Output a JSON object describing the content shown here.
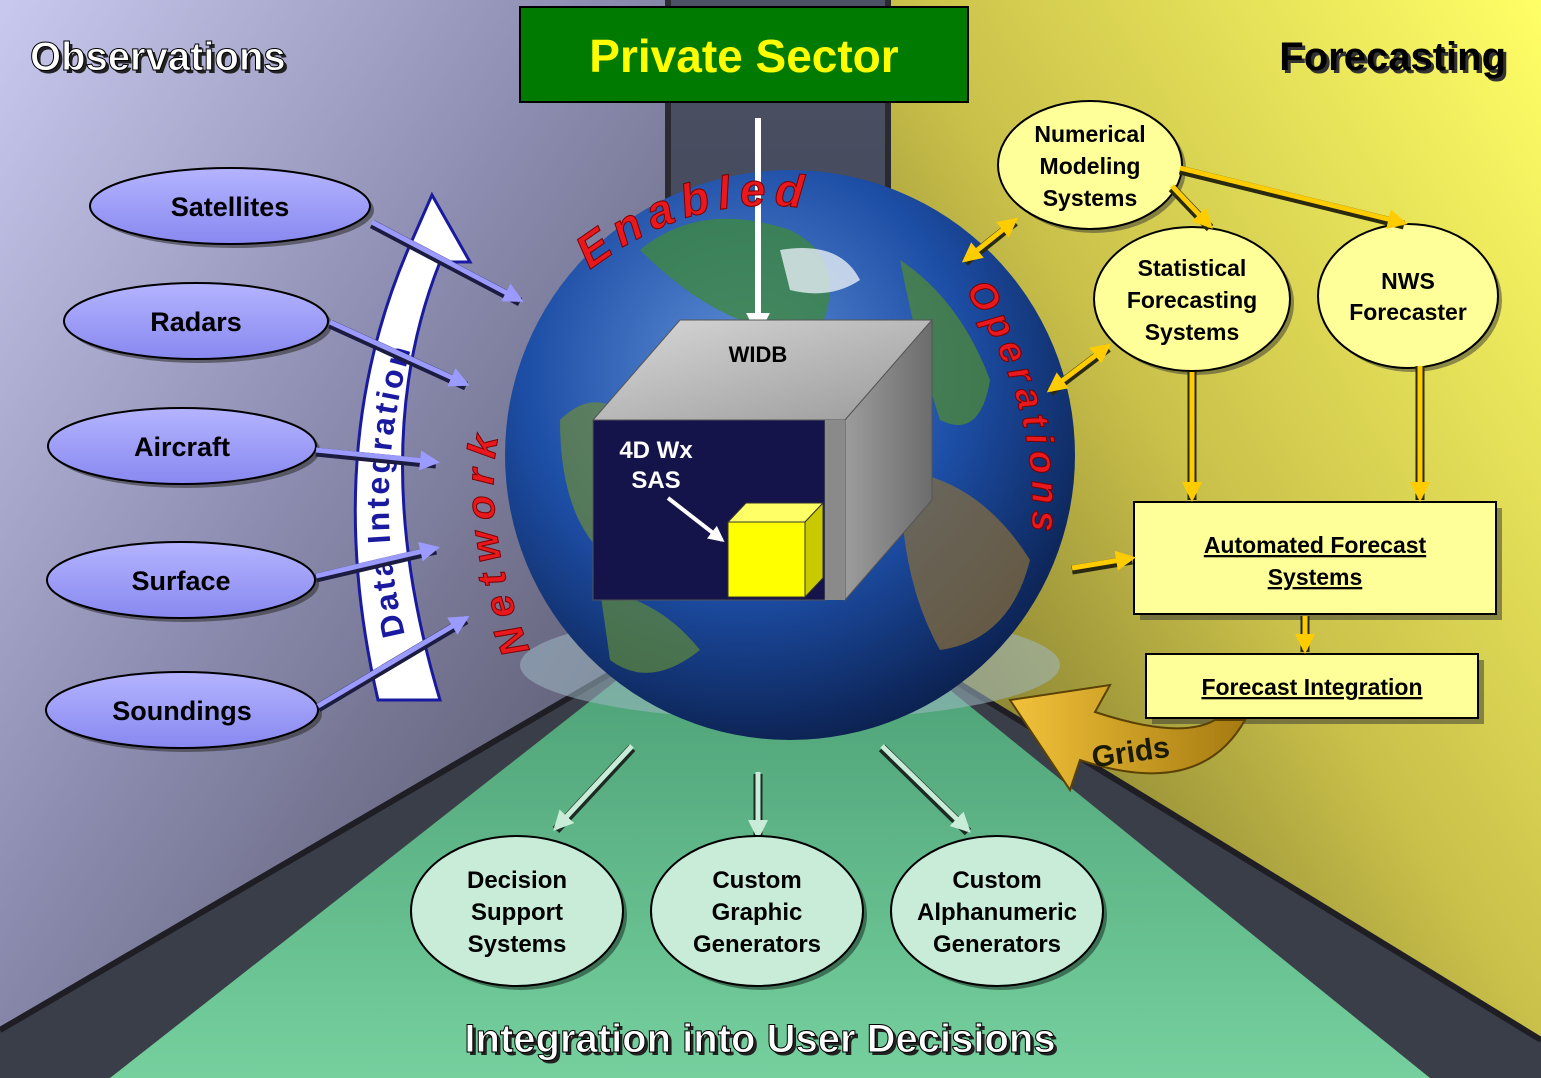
{
  "titles": {
    "observations": "Observations",
    "private_sector": "Private Sector",
    "forecasting": "Forecasting",
    "user_decisions": "Integration into User Decisions"
  },
  "observations": [
    "Satellites",
    "Radars",
    "Aircraft",
    "Surface",
    "Soundings"
  ],
  "data_integration": "Data  Integration",
  "ring": {
    "enabled": "Enabled",
    "network": "Network",
    "operations": "Operations"
  },
  "cube": {
    "widb": "WIDB",
    "sas_line1": "4D Wx",
    "sas_line2": "SAS"
  },
  "forecasting_nodes": {
    "numerical": [
      "Numerical",
      "Modeling",
      "Systems"
    ],
    "statistical": [
      "Statistical",
      "Forecasting",
      "Systems"
    ],
    "nws": [
      "NWS",
      "Forecaster"
    ],
    "automated": [
      "Automated Forecast",
      "Systems"
    ],
    "integration": "Forecast Integration",
    "grids": "Grids"
  },
  "outputs": {
    "decision": [
      "Decision",
      "Support",
      "Systems"
    ],
    "graphic": [
      "Custom",
      "Graphic",
      "Generators"
    ],
    "alpha": [
      "Custom",
      "Alphanumeric",
      "Generators"
    ]
  },
  "colors": {
    "observation_fill": "#9999ff",
    "private_sector_bg": "#007a00",
    "private_sector_text": "#ffff00",
    "forecast_fill": "#ffff99",
    "output_fill": "#c8ecd8",
    "floor_green": "#6ecc99",
    "arc_text": "#e8181c",
    "arrow_yellow": "#ffcc00"
  }
}
